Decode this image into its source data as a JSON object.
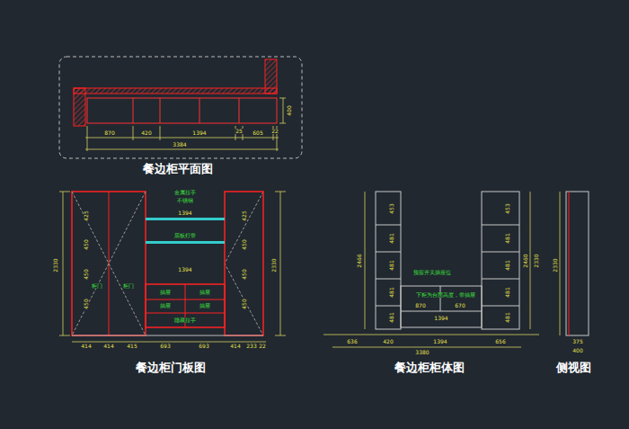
{
  "diagram": {
    "labels": [
      "餐边柜平面图",
      "餐边柜门板图",
      "餐边柜柜体图",
      "侧视图",
      "870",
      "420",
      "1394",
      "25",
      "605",
      "22",
      "3384",
      "400",
      "2330",
      "425",
      "450",
      "450",
      "450",
      "2330",
      "425",
      "450",
      "450",
      "450",
      "金属拉手",
      "不锈钢",
      "1394",
      "层板灯带",
      "1394",
      "抽屉",
      "抽屉",
      "抽屉",
      "抽屉",
      "隐藏拉手",
      "柜门",
      "柜门",
      "414",
      "414",
      "415",
      "693",
      "693",
      "414",
      "233",
      "22",
      "2466",
      "2460",
      "2330",
      "453",
      "481",
      "481",
      "481",
      "481",
      "453",
      "481",
      "481",
      "481",
      "481",
      "预留开关插座位",
      "下柜为台面高度，带抽屉",
      "870",
      "670",
      "1394",
      "636",
      "420",
      "1394",
      "656",
      "3380",
      "2330",
      "375",
      "400"
    ]
  }
}
